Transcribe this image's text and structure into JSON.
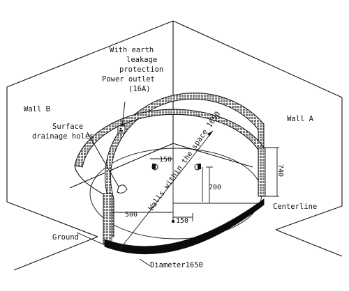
{
  "labels": {
    "power_outlet": [
      "With earth",
      "leakage",
      "protection",
      "Power outlet",
      "(16A)"
    ],
    "wall_b": "Wall B",
    "wall_a": "Wall A",
    "surface_drainage": [
      "Surface",
      "drainage holes"
    ],
    "walls_space": "Walls within the space 1650",
    "ground": "Ground",
    "centerline": "Centerline",
    "diameter": "Diameter1650"
  },
  "dimensions": {
    "d150_top": "150",
    "d740": "740",
    "d700": "700",
    "d500": "500",
    "d150_bottom": "150"
  },
  "colors": {
    "line": "#111111",
    "tile_fill": "#8a8a8a",
    "band": "#0a0a0a",
    "background": "#ffffff"
  }
}
